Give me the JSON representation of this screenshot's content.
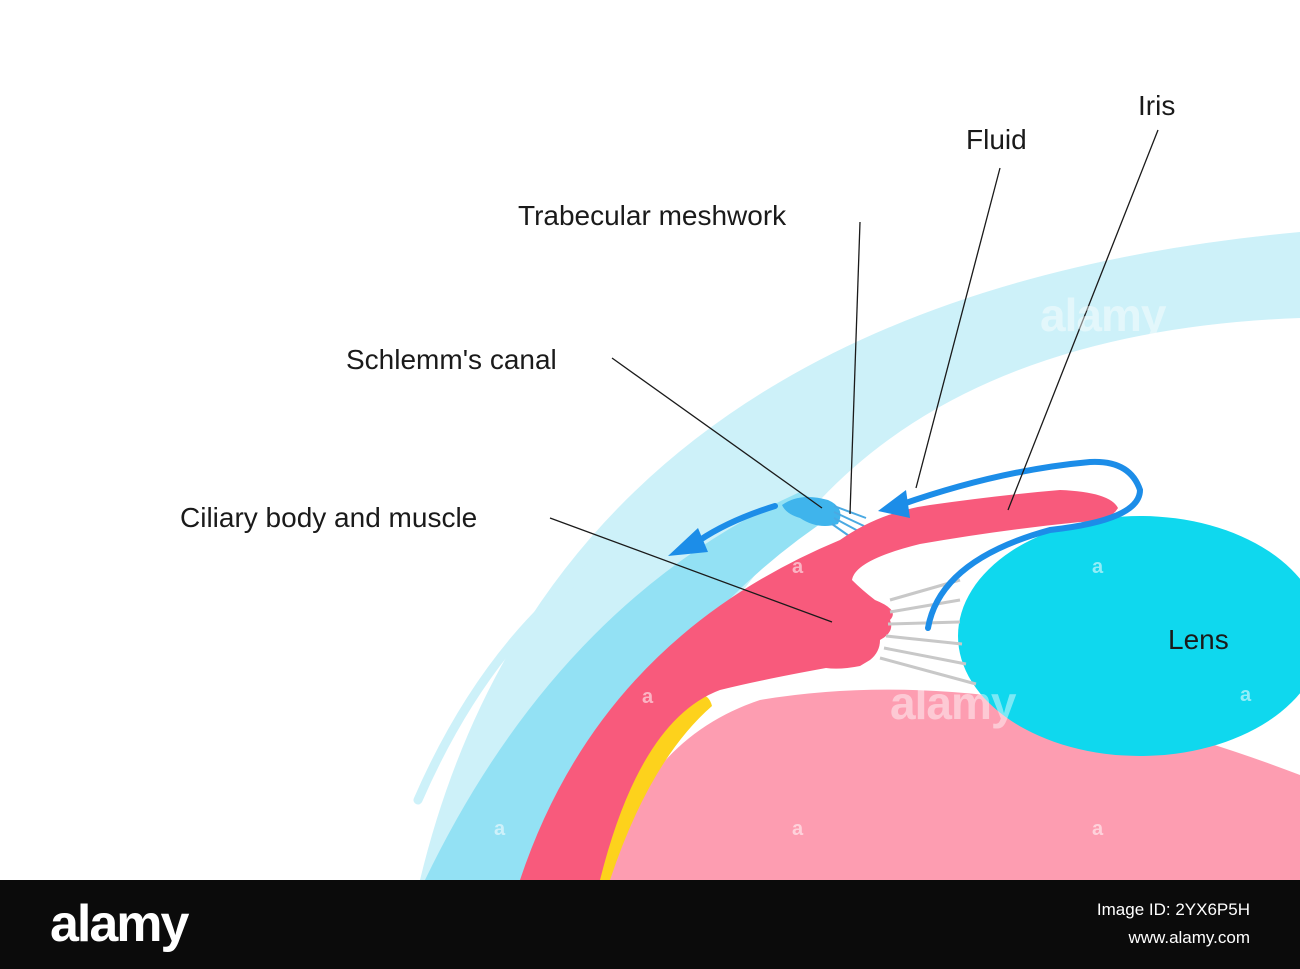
{
  "labels": {
    "iris": "Iris",
    "fluid": "Fluid",
    "trabecular": "Trabecular meshwork",
    "schlemm": "Schlemm's canal",
    "ciliary": "Ciliary body and muscle",
    "lens": "Lens"
  },
  "watermark": {
    "mark": "alamy",
    "letter": "a"
  },
  "footer": {
    "logo": "alamy",
    "image_id": "Image ID: 2YX6P5H",
    "site": "www.alamy.com"
  },
  "colors": {
    "cornea": "#cdf1f9",
    "sclera": "#93e1f4",
    "ciliary": "#f85a7c",
    "choroid": "#fd9db1",
    "yellow": "#fdd21c",
    "lens": "#0fd8ee",
    "arrow": "#1c8de8",
    "zonule": "#c8c8c8"
  }
}
